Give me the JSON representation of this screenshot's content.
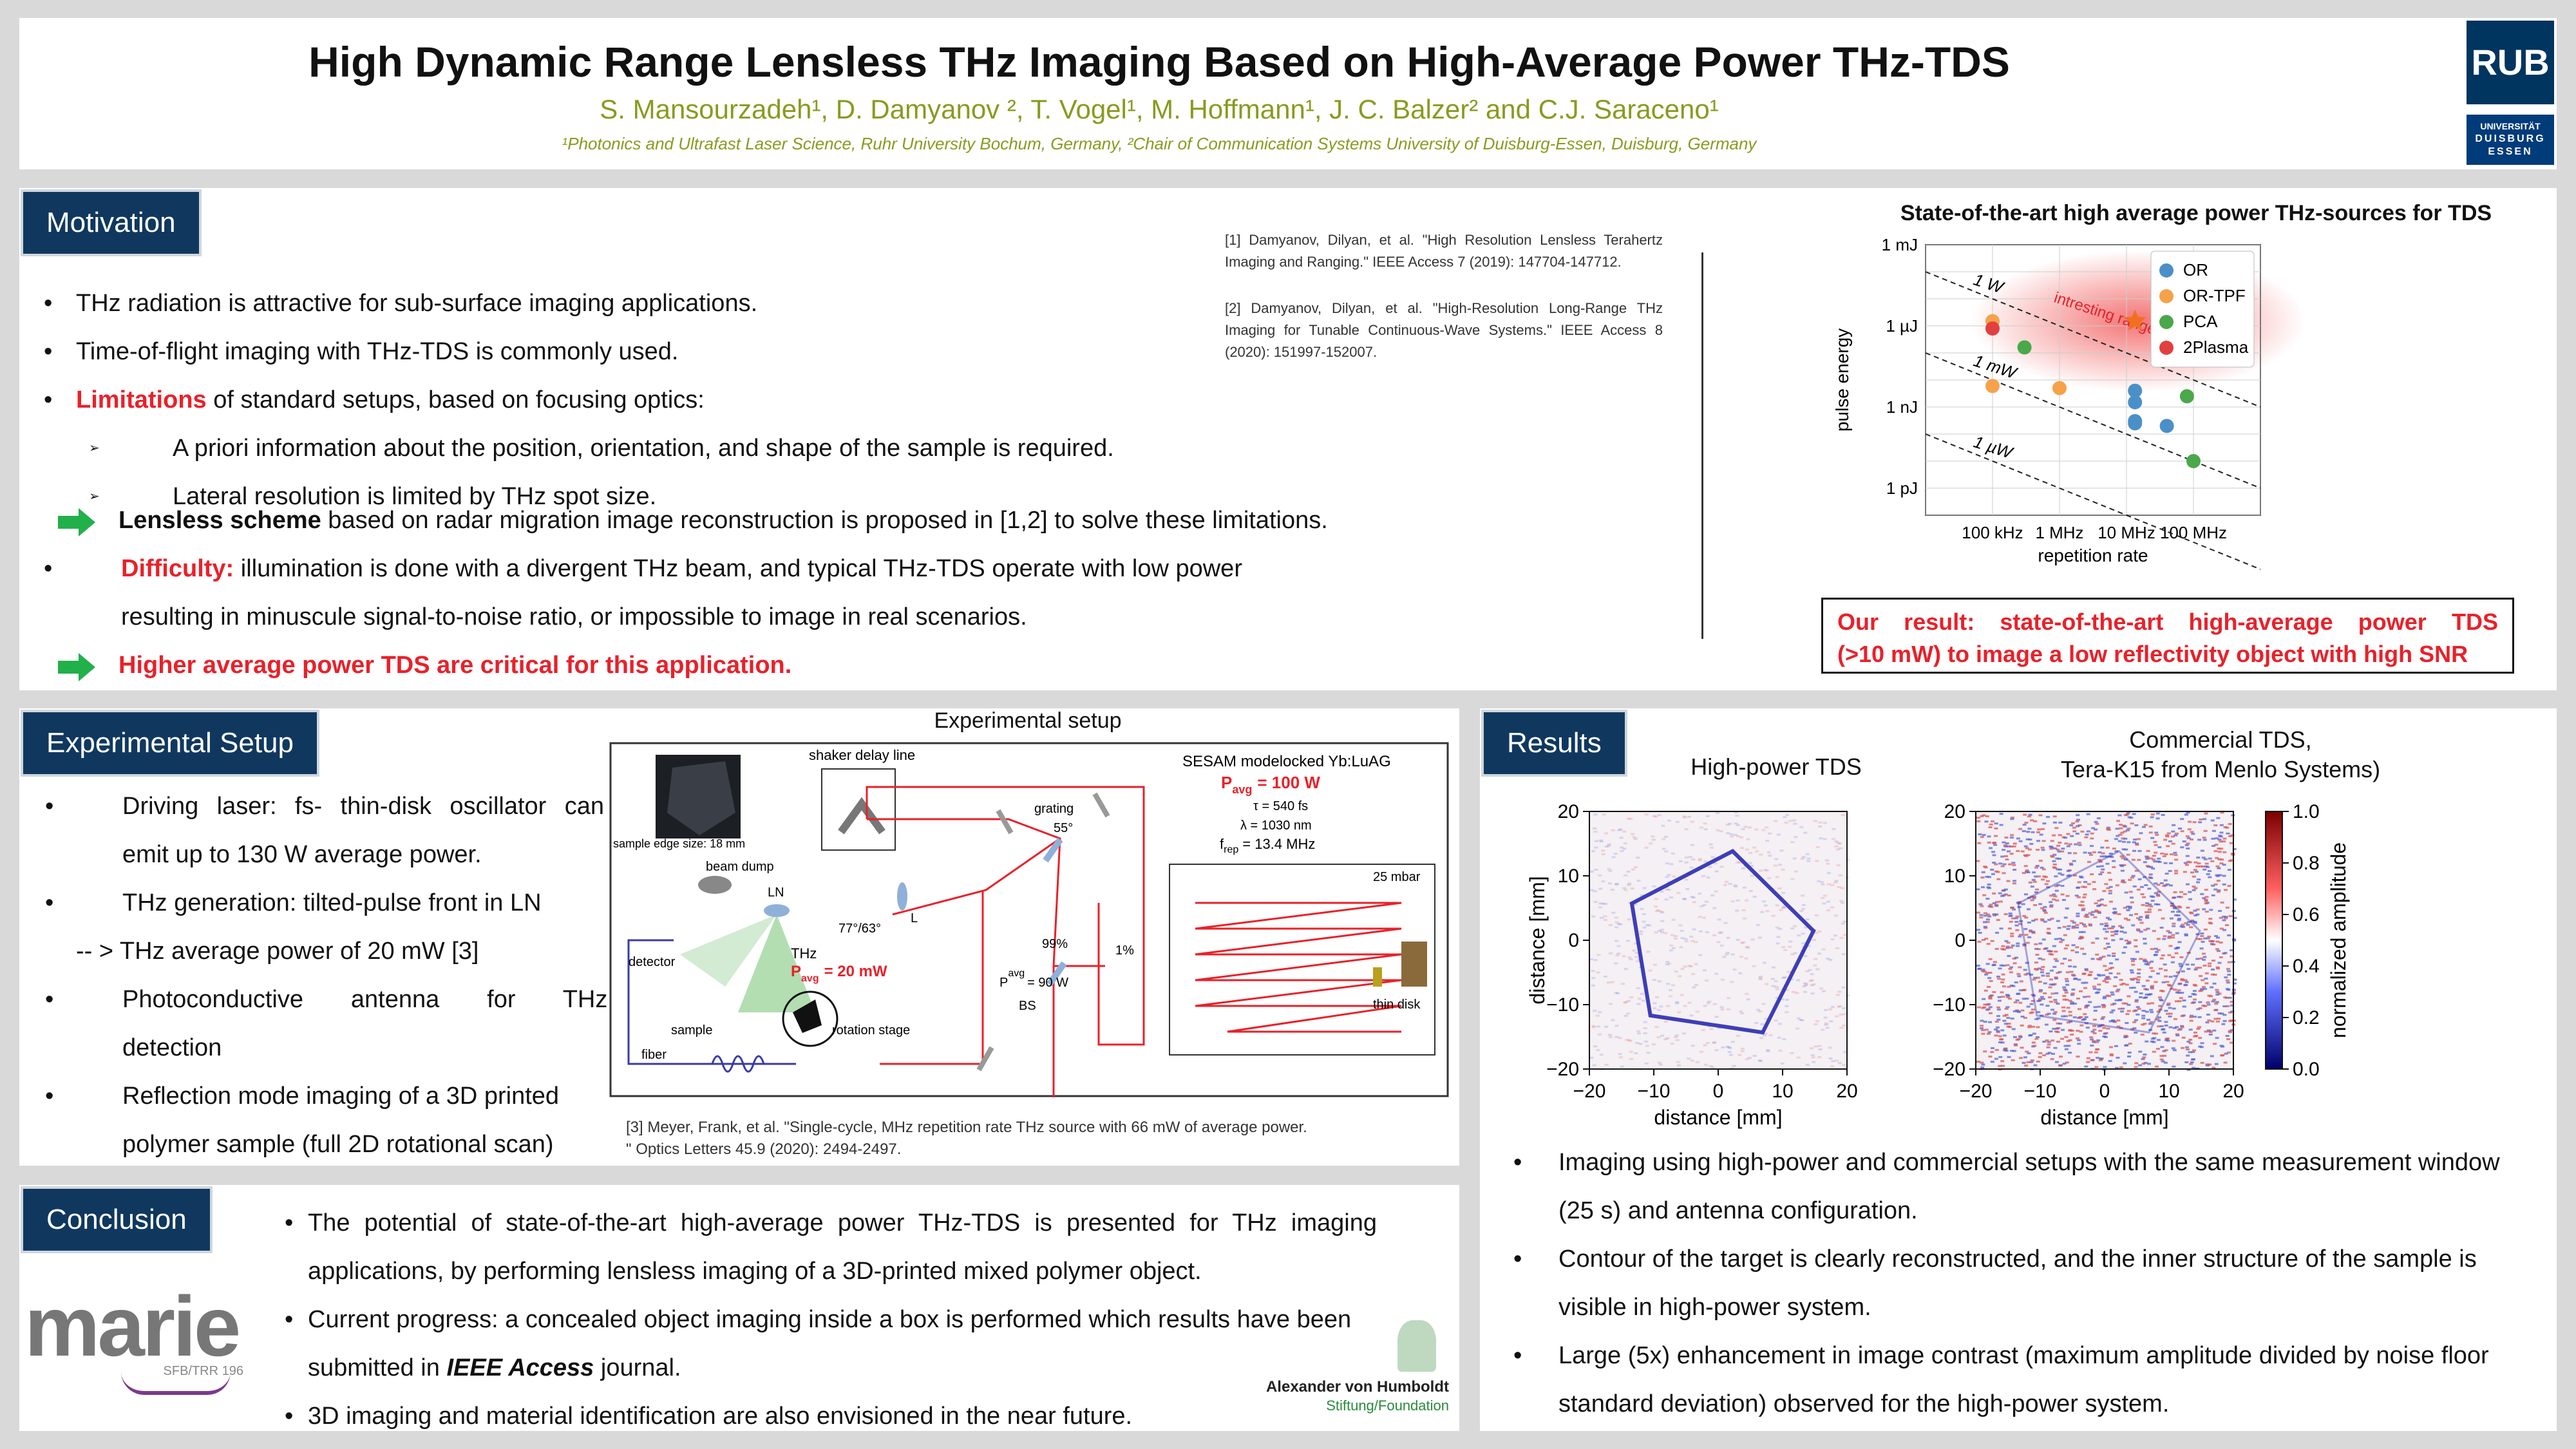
{
  "title": "High Dynamic Range Lensless THz Imaging Based on High-Average Power THz-TDS",
  "authors": "S. Mansourzadeh¹, D. Damyanov ², T. Vogel¹, M. Hoffmann¹, J. C. Balzer² and C.J. Saraceno¹",
  "affiliations": "¹Photonics and Ultrafast Laser Science, Ruhr University Bochum, Germany, ²Chair of Communication Systems University of Duisburg-Essen, Duisburg, Germany",
  "logos": {
    "rub": "RUB",
    "ude_line1": "UNIVERSITÄT",
    "ude_line2": "DUISBURG",
    "ude_line3": "ESSEN",
    "marie": "marie",
    "marie_sub": "SFB/TRR 196",
    "humboldt_line1": "Alexander von Humboldt",
    "humboldt_line2": "Stiftung/Foundation"
  },
  "motivation": {
    "header": "Motivation",
    "b1": "THz radiation is attractive for sub-surface imaging applications.",
    "b2": "Time-of-flight imaging with THz-TDS is commonly used.",
    "b3_red": "Limitations",
    "b3_rest": " of standard setups, based on focusing optics:",
    "s1": "A priori information about the position, orientation, and shape of the sample is required.",
    "s2": "Lateral resolution is limited by THz spot size.",
    "a1_bold": "Lensless scheme",
    "a1_rest": " based on radar migration image reconstruction is proposed in [1,2] to solve these limitations.",
    "b4_red": "Difficulty:",
    "b4_rest": " illumination is done with a divergent THz beam, and typical THz-TDS operate with low power",
    "b4_cont": "resulting  in minuscule signal-to-noise ratio, or impossible to image in real scenarios.",
    "a2": "Higher average power TDS are critical for this application.",
    "ref1": "[1] Damyanov, Dilyan, et al. \"High Resolution Lensless Terahertz Imaging and Ranging.\" IEEE Access 7 (2019): 147704-147712.",
    "ref2": "[2] Damyanov, Dilyan, et al. \"High-Resolution Long-Range THz Imaging for Tunable Continuous-Wave Systems.\" IEEE Access 8 (2020): 151997-152007."
  },
  "chart_data": {
    "type": "scatter",
    "title": "State-of-the-art high average power THz-sources for TDS",
    "xlabel": "repetition rate",
    "ylabel": "pulse energy",
    "xscale": "log",
    "yscale": "log",
    "xticks": [
      "100 kHz",
      "1 MHz",
      "10 MHz",
      "100 MHz"
    ],
    "yticks": [
      "1 pJ",
      "1 nJ",
      "1 µJ",
      "1 mJ"
    ],
    "grid": true,
    "legend_position": "top-right",
    "power_lines": [
      "1 W",
      "1 mW",
      "1 µW"
    ],
    "annotation": "intresting range for imaging",
    "series": [
      {
        "name": "OR",
        "color": "#4a90c8",
        "points": [
          [
            13400000.0,
            4e-09
          ],
          [
            13400000.0,
            1.5e-09
          ],
          [
            13400000.0,
            3e-10
          ],
          [
            40000000.0,
            2e-10
          ],
          [
            13400000.0,
            2.5e-10
          ]
        ]
      },
      {
        "name": "OR-TPF",
        "color": "#f5a24a",
        "points": [
          [
            100000.0,
            1.5e-06
          ],
          [
            100000.0,
            6e-09
          ],
          [
            1000000.0,
            5e-09
          ]
        ]
      },
      {
        "name": "PCA",
        "color": "#4aa84a",
        "points": [
          [
            300000.0,
            1.6e-07
          ],
          [
            80000000.0,
            2.5e-09
          ],
          [
            100000000.0,
            1e-11
          ]
        ]
      },
      {
        "name": "2Plasma",
        "color": "#e04040",
        "points": [
          [
            100000.0,
            8e-07
          ]
        ]
      },
      {
        "name": "Our result",
        "color": "#f07020",
        "points": [
          [
            13400000.0,
            1.5e-06
          ]
        ]
      }
    ],
    "result_line1": "Our  result:  state-of-the-art  high-average  power  TDS",
    "result_line2": "(>10 mW) to image a low reflectivity object with high SNR"
  },
  "setup": {
    "header": "Experimental Setup",
    "b1": "Driving laser: fs- thin-disk oscillator can",
    "b1_cont": "emit up to 130 W average power.",
    "b2": "THz generation: tilted-pulse front in LN",
    "b2_cont": "-- > THz average power of 20 mW [3]",
    "b3": "Photoconductive       antenna       for       THz",
    "b3_cont": "detection",
    "b4": "Reflection mode imaging of a 3D printed",
    "b4_cont": "polymer sample (full 2D rotational scan)",
    "fig_title": "Experimental setup",
    "labels": {
      "shaker": "shaker delay line",
      "laser": "SESAM modelocked Yb:LuAG",
      "pavg": "P",
      "pavg_sub": "avg",
      "pavg_val": "= 100 W",
      "tau": "τ = 540 fs",
      "lambda": "λ = 1030 nm",
      "frep": "f",
      "frep_sub": "rep",
      "frep_val": "= 13.4 MHz",
      "sample_edge": "sample edge size: 18 mm",
      "beam_dump": "beam dump",
      "ln": "LN",
      "l": "L",
      "angles": "77°/63°",
      "grating": "grating",
      "g_angle": "55°",
      "p99": "99%",
      "p1": "1%",
      "pavg2": "P",
      "pavg2_sub": "avg",
      "pavg2_val": "= 90 W",
      "bs": "BS",
      "mbar": "25 mbar",
      "thin_disk": "thin disk",
      "detector": "detector",
      "thz": "THz",
      "thz_p": "P",
      "thz_p_sub": "avg",
      "thz_p_val": "= 20 mW",
      "sample": "sample",
      "rot": "rotation stage",
      "fiber": "fiber"
    },
    "ref3": "[3] Meyer, Frank, et al. \"Single-cycle, MHz repetition rate THz source with 66 mW of average power.",
    "ref3_cont": "\" Optics Letters 45.9 (2020): 2494-2497."
  },
  "results": {
    "header": "Results",
    "img1_title": "High-power  TDS",
    "img2_title_1": "Commercial TDS,",
    "img2_title_2": "Tera-K15 from Menlo Systems)",
    "xlabel": "distance [mm]",
    "ylabel": "distance [mm]",
    "ticks": [
      "−20",
      "−10",
      "0",
      "10",
      "20"
    ],
    "yticks": [
      "20",
      "10",
      "0",
      "−10",
      "−20"
    ],
    "cbar_label": "normalized amplitude",
    "cbar_ticks": [
      "1.0",
      "0.8",
      "0.6",
      "0.4",
      "0.2",
      "0.0"
    ],
    "b1": "Imaging using high-power and commercial setups with the same measurement window",
    "b1_cont": "(25 s) and antenna configuration.",
    "b2": "Contour of the target is clearly reconstructed, and the inner structure of the sample is",
    "b2_cont": "visible in high-power system.",
    "b3": "Large (5x) enhancement in image contrast (maximum amplitude divided by noise floor",
    "b3_cont": "standard deviation) observed for the high-power system."
  },
  "conclusion": {
    "header": "Conclusion",
    "b1": "The  potential  of  state-of-the-art  high-average  power  THz-TDS  is  presented  for  THz  imaging",
    "b1_cont": "applications, by performing lensless imaging of a 3D-printed mixed polymer object.",
    "b2": "Current progress: a concealed object imaging inside a box is performed which results have been",
    "b2_cont_pre": "submitted in ",
    "b2_cont_em": "IEEE Access",
    "b2_cont_post": " journal.",
    "b3": "3D imaging and material identification are also envisioned in the near future."
  },
  "colors": {
    "header_bg": "#10385e",
    "red": "#e8212a",
    "green": "#22b04b",
    "affil": "#8a9a1e"
  }
}
